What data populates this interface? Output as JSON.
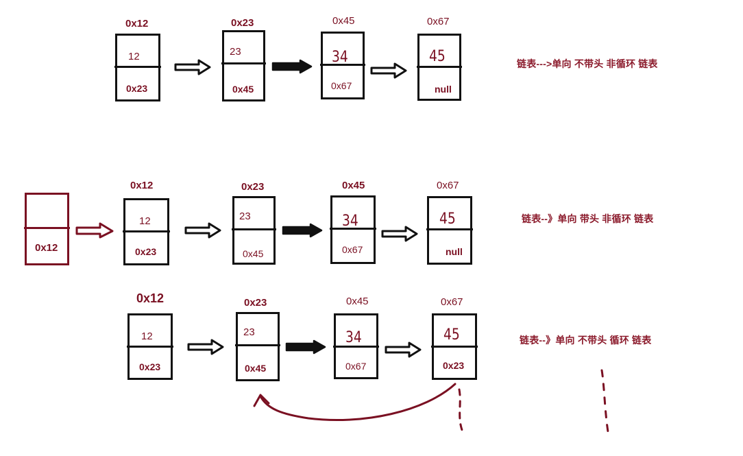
{
  "row1": {
    "addresses": [
      "0x12",
      "0x23",
      "0x45",
      "0x67"
    ],
    "values": [
      "12",
      "23",
      "34",
      "45"
    ],
    "nexts": [
      "0x23",
      "0x45",
      "0x67",
      "null"
    ],
    "caption": "链表--->单向  不带头  非循环  链表"
  },
  "row2": {
    "head_next": "0x12",
    "addresses": [
      "0x12",
      "0x23",
      "0x45",
      "0x67"
    ],
    "values": [
      "12",
      "23",
      "34",
      "45"
    ],
    "nexts": [
      "0x23",
      "0x45",
      "0x67",
      "null"
    ],
    "caption": "链表--》单向  带头   非循环  链表"
  },
  "row3": {
    "addresses": [
      "0x12",
      "0x23",
      "0x45",
      "0x67"
    ],
    "values": [
      "12",
      "23",
      "34",
      "45"
    ],
    "nexts": [
      "0x23",
      "0x45",
      "0x67",
      "0x23"
    ],
    "caption": "链表--》单向  不带头  循环  链表"
  },
  "colors": {
    "ink": "#111111",
    "accent": "#7a1022",
    "caption": "#8b1a2b"
  }
}
